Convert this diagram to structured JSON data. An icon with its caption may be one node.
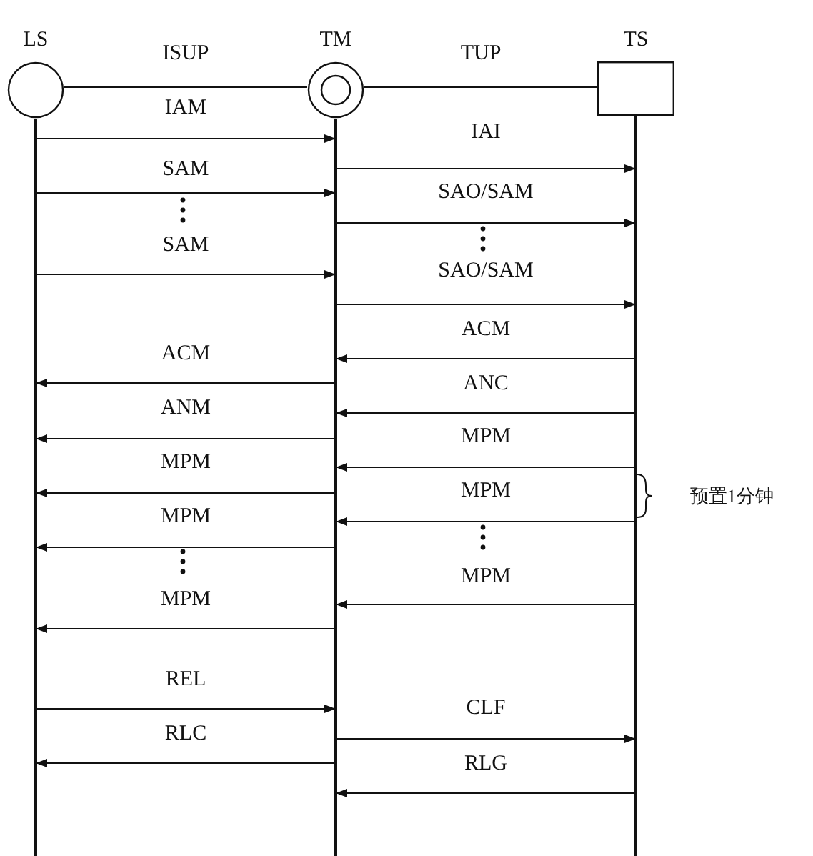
{
  "diagram": {
    "nodes": [
      {
        "text": [
          "LS"
        ]
      },
      {
        "text": [
          "TM"
        ]
      },
      {
        "text": [
          "TS"
        ]
      }
    ],
    "edges": [
      {
        "from": 0,
        "to": 1,
        "arrow": "none",
        "label": "ISUP"
      },
      {
        "from": 1,
        "to": 2,
        "arrow": "none",
        "label": "TUP"
      },
      {
        "from": 0,
        "to": 1,
        "arrow": "to",
        "label": "IAM"
      },
      {
        "from": 1,
        "to": 2,
        "arrow": "to",
        "label": "IAI"
      },
      {
        "from": 0,
        "to": 1,
        "arrow": "to",
        "label": "SAM"
      },
      {
        "from": 1,
        "to": 2,
        "arrow": "to",
        "label": "SAO/SAM"
      },
      {
        "from": 0,
        "to": 1,
        "arrow": "to",
        "label": "SAM"
      },
      {
        "from": 1,
        "to": 2,
        "arrow": "to",
        "label": "SAO/SAM"
      },
      {
        "from": 2,
        "to": 1,
        "arrow": "to",
        "label": "ACM"
      },
      {
        "from": 1,
        "to": 0,
        "arrow": "to",
        "label": "ACM"
      },
      {
        "from": 2,
        "to": 1,
        "arrow": "to",
        "label": "ANC"
      },
      {
        "from": 1,
        "to": 0,
        "arrow": "to",
        "label": "ANM"
      },
      {
        "from": 2,
        "to": 1,
        "arrow": "to",
        "label": "MPM"
      },
      {
        "from": 1,
        "to": 0,
        "arrow": "to",
        "label": "MPM"
      },
      {
        "from": 2,
        "to": 1,
        "arrow": "to",
        "label": "MPM"
      },
      {
        "from": 1,
        "to": 0,
        "arrow": "to",
        "label": "MPM"
      },
      {
        "from": 2,
        "to": 1,
        "arrow": "to",
        "label": "MPM"
      },
      {
        "from": 1,
        "to": 0,
        "arrow": "to",
        "label": "MPM"
      },
      {
        "from": 0,
        "to": 1,
        "arrow": "to",
        "label": "REL"
      },
      {
        "from": 1,
        "to": 2,
        "arrow": "to",
        "label": "CLF"
      },
      {
        "from": 1,
        "to": 0,
        "arrow": "to",
        "label": "RLC"
      },
      {
        "from": 2,
        "to": 1,
        "arrow": "to",
        "label": "RLG"
      }
    ],
    "labels": [
      "预置1分钟"
    ]
  }
}
